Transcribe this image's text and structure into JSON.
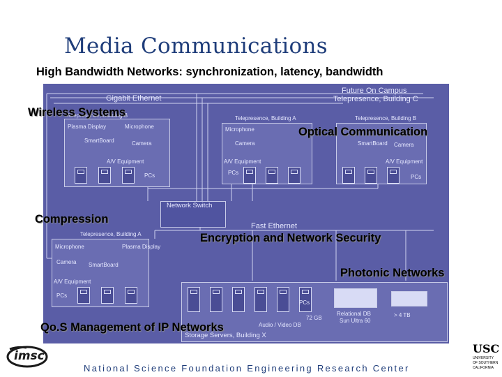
{
  "header": {
    "title": "Media Communications",
    "subtitle": "High Bandwidth Networks: synchronization, latency, bandwidth"
  },
  "diagram": {
    "gigabit_label": "Gigabit Ethernet",
    "future_label": "Future On Campus",
    "future_label_2": "Telepresence, Building C",
    "network_switch_label": "Network Switch",
    "fast_ethernet_label": "Fast Ethernet",
    "building_b_label": "Telepresence, Building B",
    "building_a_label": "Telepresence, Building A",
    "building_a_lower_label": "Telepresence, Building A",
    "microphone_label": "Microphone",
    "camera_label": "Camera",
    "smartboard_label": "SmartBoard",
    "display_label": "Plasma Display",
    "av_label": "A/V Equipment",
    "pcs_label": "PCs",
    "raid_label": "72 GB",
    "audio_video_db_label": "Audio / Video DB",
    "relational_db_label": "Relational DB",
    "sun_label": "Sun Ultra 60",
    "tape_label": "> 4 TB",
    "storage_label": "Storage Servers, Building X"
  },
  "overlays": {
    "wireless": "Wireless Systems",
    "optical": "Optical Communication",
    "compression": "Compression",
    "encryption": "Encryption and Network Security",
    "photonic": "Photonic Networks",
    "qos": "Qo.S Management of IP Networks"
  },
  "footer": {
    "text": "National Science Foundation Engineering Research Center"
  },
  "logos": {
    "imsc": "imsc",
    "usc_top": "USC",
    "usc_small_1": "UNIVERSITY",
    "usc_small_2": "OF SOUTHERN",
    "usc_small_3": "CALIFORNIA"
  },
  "colors": {
    "panel": "#5a5da6",
    "title": "#1f3d7a"
  }
}
